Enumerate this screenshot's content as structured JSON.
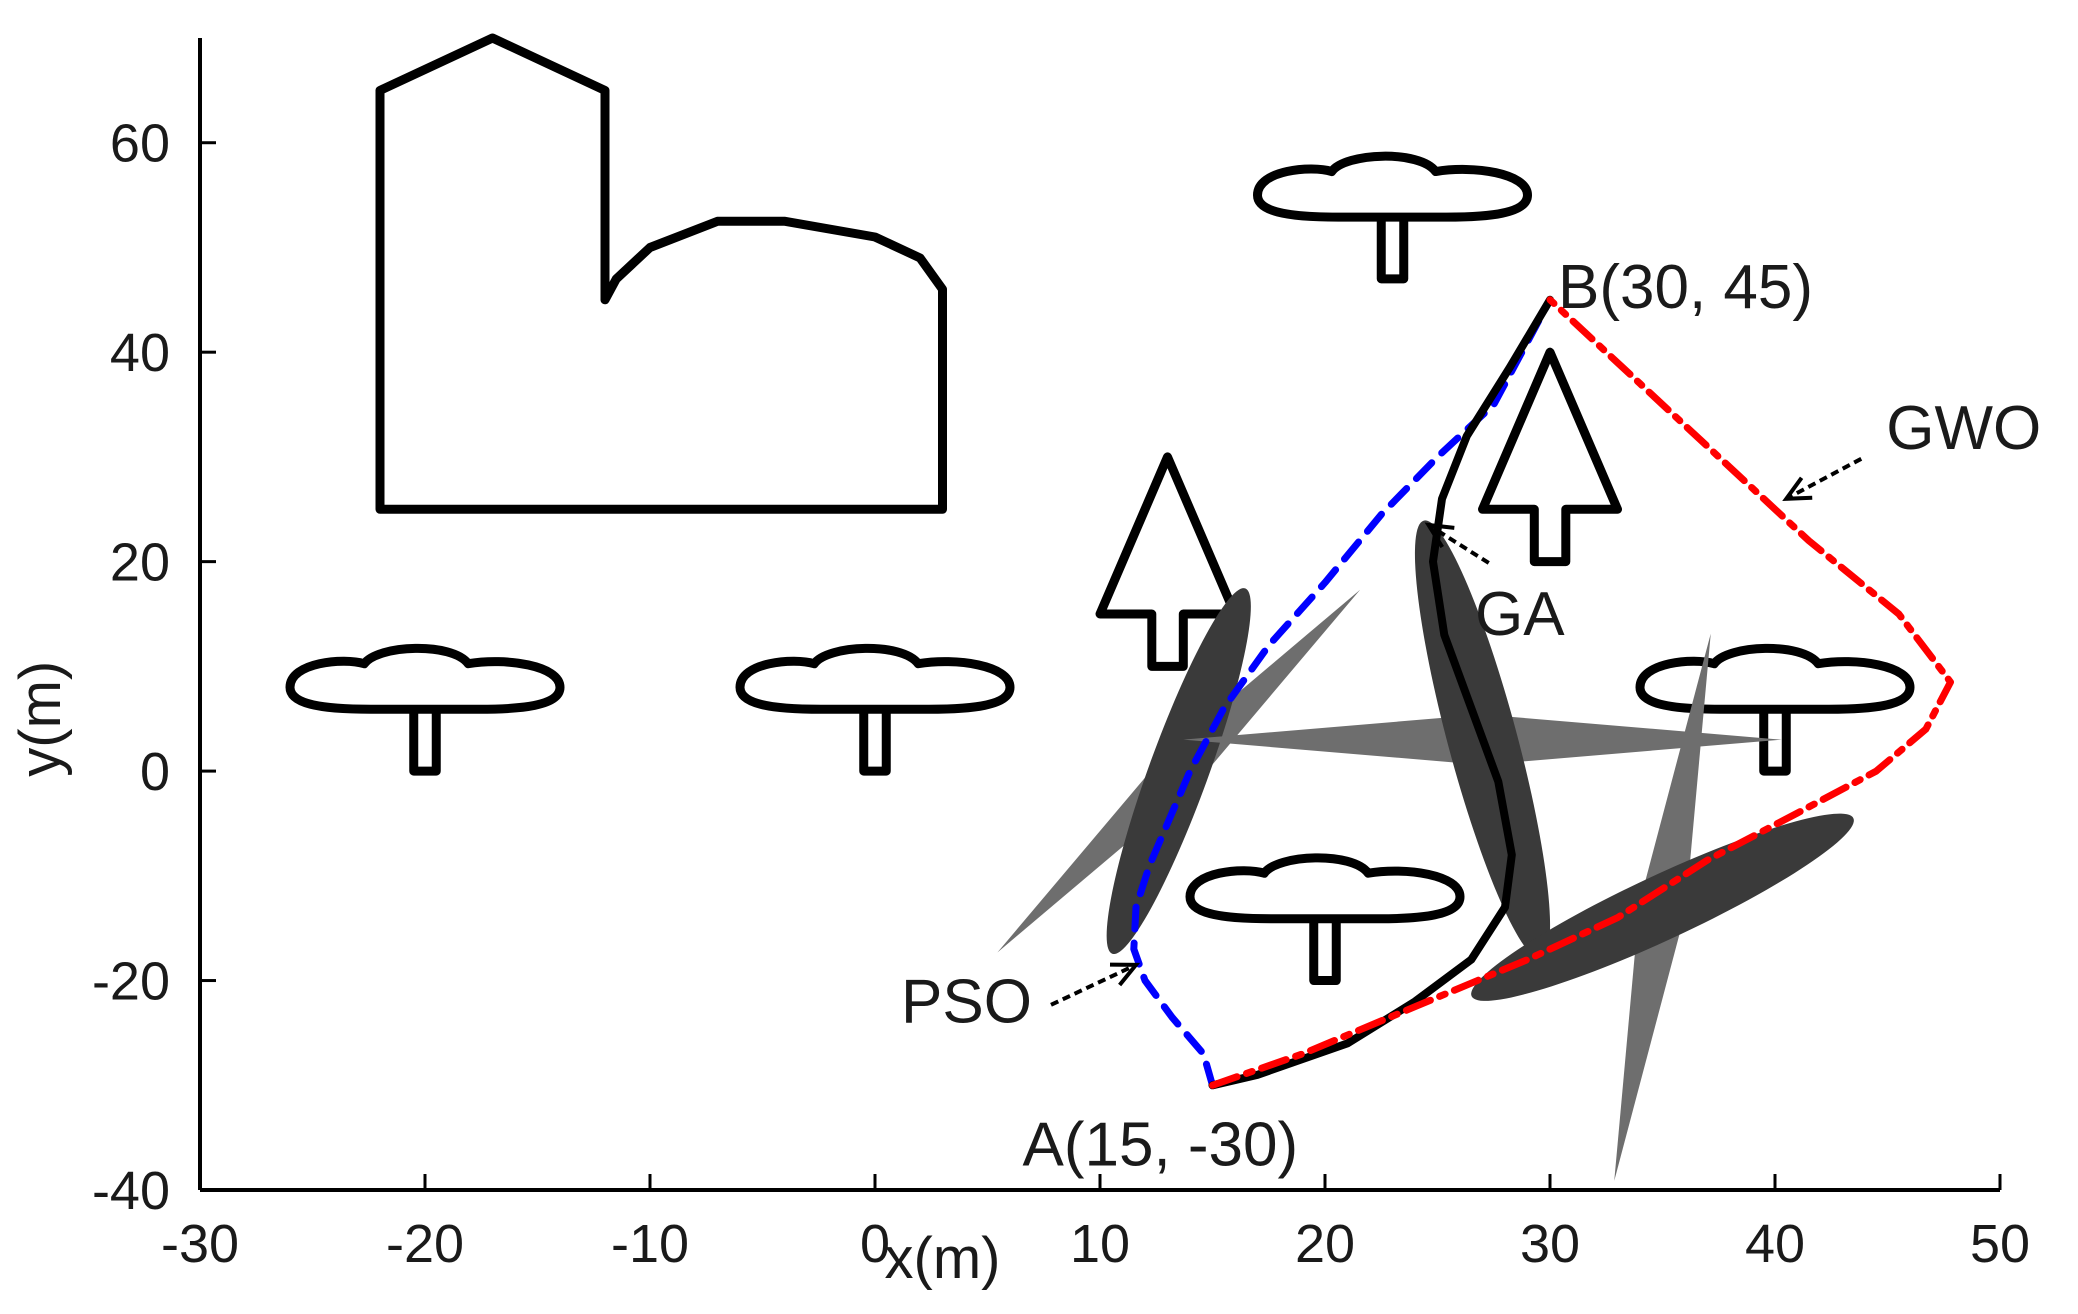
{
  "chart_data": {
    "type": "line",
    "xlabel": "x(m)",
    "ylabel": "y(m)",
    "xlim": [
      -30,
      50
    ],
    "ylim": [
      -40,
      70
    ],
    "x_ticks": [
      -30,
      -20,
      -10,
      0,
      10,
      20,
      30,
      40,
      50
    ],
    "y_ticks": [
      -40,
      -20,
      0,
      20,
      40,
      60
    ],
    "grid": false,
    "legend": "none",
    "series": [
      {
        "name": "PSO",
        "color": "#0000ff",
        "style": "dashed",
        "points": [
          [
            15,
            -30
          ],
          [
            14.6,
            -27
          ],
          [
            13.2,
            -23.5
          ],
          [
            12,
            -20
          ],
          [
            11.5,
            -17
          ],
          [
            11.6,
            -13
          ],
          [
            12.2,
            -9
          ],
          [
            13,
            -5
          ],
          [
            14,
            0
          ],
          [
            15.5,
            6
          ],
          [
            17.5,
            12
          ],
          [
            20,
            18
          ],
          [
            22.5,
            24.5
          ],
          [
            25,
            30
          ],
          [
            27.5,
            35
          ],
          [
            30,
            45
          ]
        ]
      },
      {
        "name": "GA",
        "color": "#000000",
        "style": "solid",
        "points": [
          [
            15,
            -30
          ],
          [
            17,
            -29
          ],
          [
            21,
            -26
          ],
          [
            24,
            -22
          ],
          [
            26.5,
            -18
          ],
          [
            28,
            -13
          ],
          [
            28.3,
            -8
          ],
          [
            27.7,
            -1
          ],
          [
            26.5,
            6
          ],
          [
            25.3,
            13
          ],
          [
            24.8,
            20
          ],
          [
            25.2,
            26
          ],
          [
            26.3,
            32
          ],
          [
            28.2,
            38.5
          ],
          [
            30,
            45
          ]
        ]
      },
      {
        "name": "GWO",
        "color": "#ff0000",
        "style": "dashdot",
        "points": [
          [
            15,
            -30
          ],
          [
            19,
            -27
          ],
          [
            24,
            -22.5
          ],
          [
            29,
            -18
          ],
          [
            33,
            -14
          ],
          [
            37,
            -8.5
          ],
          [
            41,
            -4
          ],
          [
            44.5,
            0
          ],
          [
            46.7,
            4
          ],
          [
            47.8,
            8.5
          ],
          [
            45.5,
            15
          ],
          [
            41.5,
            22
          ],
          [
            38,
            29
          ],
          [
            34,
            37
          ],
          [
            30,
            45
          ]
        ]
      }
    ],
    "annotations": [
      {
        "text": "B(30, 45)",
        "x": 30,
        "y": 45
      },
      {
        "text": "A(15, -30)",
        "x": 15,
        "y": -30
      },
      {
        "text": "GWO",
        "target": [
          40.5,
          26
        ]
      },
      {
        "text": "GA",
        "target": [
          24.6,
          23.5
        ]
      },
      {
        "text": "PSO",
        "target": [
          11.6,
          -18.5
        ]
      }
    ],
    "obstacles": {
      "building": [
        [
          -22,
          25
        ],
        [
          3,
          25
        ],
        [
          3,
          46
        ],
        [
          2,
          49
        ],
        [
          0,
          51
        ],
        [
          -4,
          52.5
        ],
        [
          -7,
          52.5
        ],
        [
          -10,
          50
        ],
        [
          -11.5,
          47
        ],
        [
          -12,
          45
        ],
        [
          -12,
          65
        ],
        [
          -17,
          70
        ],
        [
          -22,
          65
        ]
      ],
      "clouds": [
        [
          -20,
          8
        ],
        [
          0,
          8
        ],
        [
          23,
          55
        ],
        [
          20,
          -12
        ],
        [
          40,
          8
        ]
      ],
      "trees": [
        [
          13,
          30
        ],
        [
          30,
          40
        ]
      ],
      "threats": [
        {
          "x": 13.5,
          "y": 0,
          "blade_angle": 70,
          "spike_angle": 45,
          "length": 12
        },
        {
          "x": 27,
          "y": 3,
          "blade_angle": 105,
          "spike_angle": 0,
          "length": 14
        },
        {
          "x": 35,
          "y": -13,
          "blade_angle": 25,
          "spike_angle": 80,
          "length": 13
        }
      ]
    }
  }
}
